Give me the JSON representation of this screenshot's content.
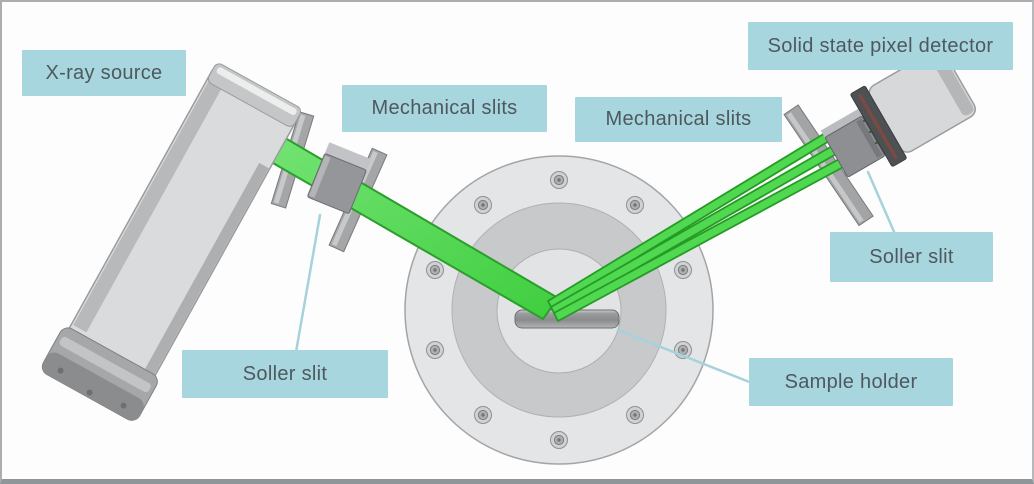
{
  "labels": {
    "xray_source": "X-ray source",
    "mechanical_slits_left": "Mechanical slits",
    "mechanical_slits_right": "Mechanical slits",
    "detector": "Solid state pixel detector",
    "soller_slit_left": "Soller slit",
    "soller_slit_right": "Soller slit",
    "sample_holder": "Sample holder"
  },
  "colors": {
    "label_background": "#a7d6de",
    "label_text": "#4f585e",
    "beam_green": "#4fd84f",
    "beam_edge_green": "#2b9e2b",
    "leader_line_blue": "#a6d2dc",
    "metal_light_gray": "#d8d9da",
    "metal_mid_gray": "#a5a6a8",
    "metal_dark_gray": "#8e8f93",
    "detector_front": "#4d5153",
    "detector_sensor_line": "#7c4a42",
    "background": "#fdfdfe"
  }
}
